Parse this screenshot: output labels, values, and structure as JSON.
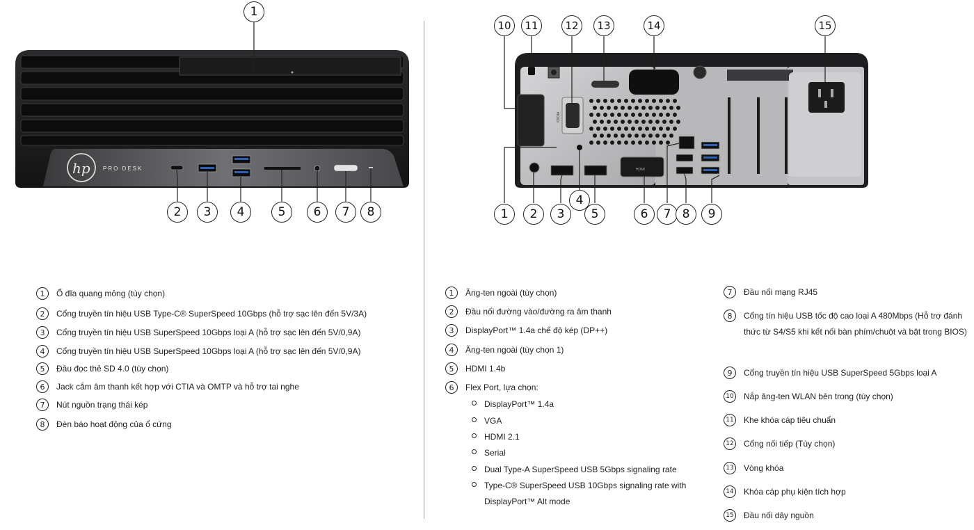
{
  "front": {
    "logo_text": "hp",
    "model_text": "PRO DESK",
    "callouts": [
      "1",
      "2",
      "3",
      "4",
      "5",
      "6",
      "7",
      "8"
    ]
  },
  "rear": {
    "callouts_top": [
      "10",
      "11",
      "12",
      "13",
      "14",
      "15"
    ],
    "callouts_bottom": [
      "1",
      "2",
      "3",
      "4",
      "5",
      "6",
      "7",
      "8",
      "9"
    ],
    "serial_label": "IOIOIA",
    "hdmi_label": "HDMI"
  },
  "front_legend": [
    {
      "num": "1",
      "text": "Ổ đĩa quang mỏng (tùy chọn)"
    },
    {
      "num": "2",
      "text": "Cổng truyền tín hiệu USB Type-C® SuperSpeed 10Gbps (hỗ trợ sạc lên đến 5V/3A)"
    },
    {
      "num": "3",
      "text": "Cổng truyền tín hiệu USB SuperSpeed 10Gbps loại A (hỗ trợ sạc lên đến 5V/0,9A)"
    },
    {
      "num": "4",
      "text": "Cổng truyền tín hiệu USB SuperSpeed 10Gbps loại A (hỗ trợ sạc lên đến 5V/0,9A)"
    },
    {
      "num": "5",
      "text": "Đầu đọc thẻ SD 4.0 (tùy chọn)"
    },
    {
      "num": "6",
      "text": "Jack cắm âm thanh kết hợp với CTIA và OMTP và hỗ trợ tai nghe"
    },
    {
      "num": "7",
      "text": "Nút nguồn trạng thái kép"
    },
    {
      "num": "8",
      "text": "Đèn báo hoạt động của ổ cứng"
    }
  ],
  "rear_legend_left": [
    {
      "num": "1",
      "text": "Ăng-ten ngoài (tùy chọn)"
    },
    {
      "num": "2",
      "text": "Đầu nối đường vào/đường ra âm thanh"
    },
    {
      "num": "3",
      "text": "DisplayPort™ 1.4a chế độ kép (DP++)"
    },
    {
      "num": "4",
      "text": "Ăng-ten ngoài (tùy chọn 1)"
    },
    {
      "num": "5",
      "text": "HDMI 1.4b"
    },
    {
      "num": "6",
      "text": "Flex Port, lựa chọn:"
    }
  ],
  "flex_port_options": [
    "DisplayPort™ 1.4a",
    "VGA",
    "HDMI 2.1",
    "Serial",
    "Dual Type-A SuperSpeed USB 5Gbps signaling rate",
    "Type-C® SuperSpeed USB 10Gbps signaling rate with DisplayPort™ Alt mode"
  ],
  "rear_legend_right": [
    {
      "num": "7",
      "text": "Đầu nối mạng RJ45"
    },
    {
      "num": "8",
      "text": "Cổng tín hiệu USB tốc độ cao loại A 480Mbps (Hỗ trợ đánh thức từ S4/S5 khi kết nối bàn phím/chuột và bật trong BIOS)"
    },
    {
      "num": "9",
      "text": "Cổng truyền tín hiệu USB SuperSpeed 5Gbps loại A"
    },
    {
      "num": "10",
      "text": "Nắp ăng-ten WLAN bên trong (tùy chọn)"
    },
    {
      "num": "11",
      "text": "Khe khóa cáp tiêu chuẩn"
    },
    {
      "num": "12",
      "text": "Cổng nối tiếp (Tùy chọn)"
    },
    {
      "num": "13",
      "text": "Vòng khóa"
    },
    {
      "num": "14",
      "text": "Khóa cáp phụ kiện tích hợp"
    },
    {
      "num": "15",
      "text": "Đầu nối dây nguồn"
    }
  ]
}
